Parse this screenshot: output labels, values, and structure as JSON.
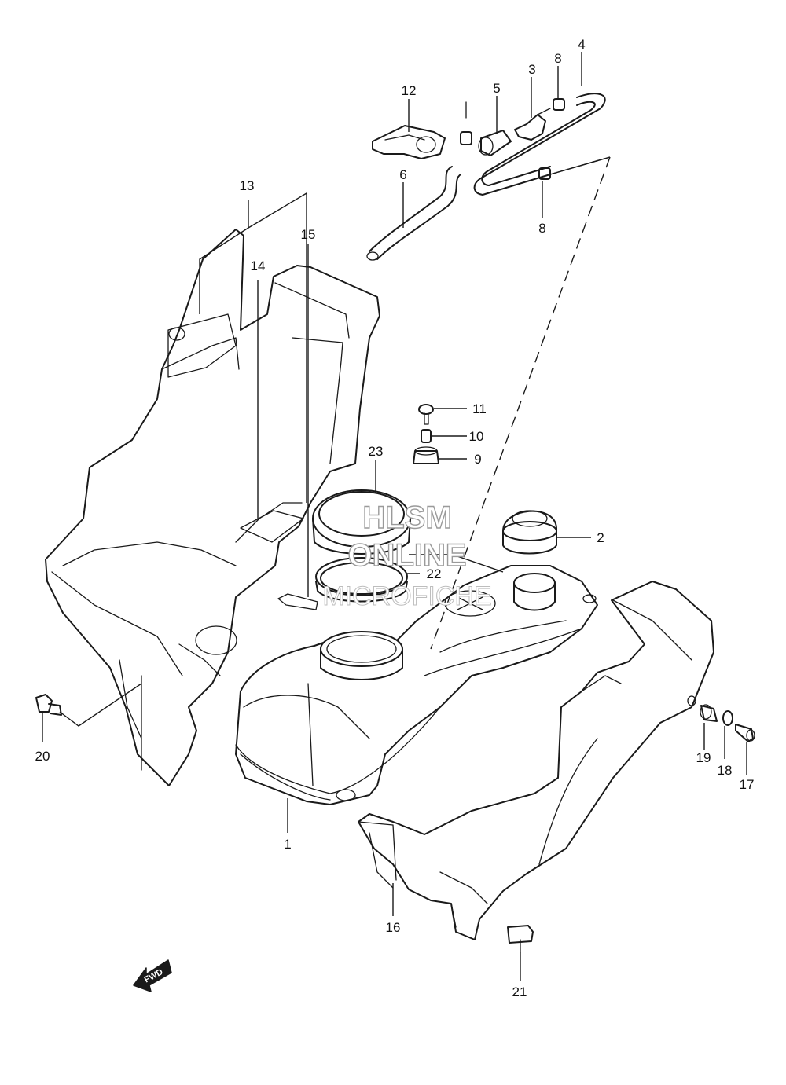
{
  "callouts": [
    {
      "id": "1",
      "label": "1"
    },
    {
      "id": "2",
      "label": "2"
    },
    {
      "id": "3",
      "label": "3"
    },
    {
      "id": "4",
      "label": "4"
    },
    {
      "id": "5",
      "label": "5"
    },
    {
      "id": "6",
      "label": "6"
    },
    {
      "id": "8a",
      "label": "8"
    },
    {
      "id": "8b",
      "label": "8"
    },
    {
      "id": "9",
      "label": "9"
    },
    {
      "id": "10",
      "label": "10"
    },
    {
      "id": "11",
      "label": "11"
    },
    {
      "id": "12",
      "label": "12"
    },
    {
      "id": "13",
      "label": "13"
    },
    {
      "id": "14",
      "label": "14"
    },
    {
      "id": "15",
      "label": "15"
    },
    {
      "id": "16",
      "label": "16"
    },
    {
      "id": "17",
      "label": "17"
    },
    {
      "id": "18",
      "label": "18"
    },
    {
      "id": "19",
      "label": "19"
    },
    {
      "id": "20",
      "label": "20"
    },
    {
      "id": "21",
      "label": "21"
    },
    {
      "id": "22",
      "label": "22"
    },
    {
      "id": "23",
      "label": "23"
    }
  ],
  "watermark": {
    "line1": "HLSM",
    "line2": "ONLINE",
    "line3": "MICROFICHE"
  },
  "direction_indicator": {
    "label": "FWD"
  }
}
